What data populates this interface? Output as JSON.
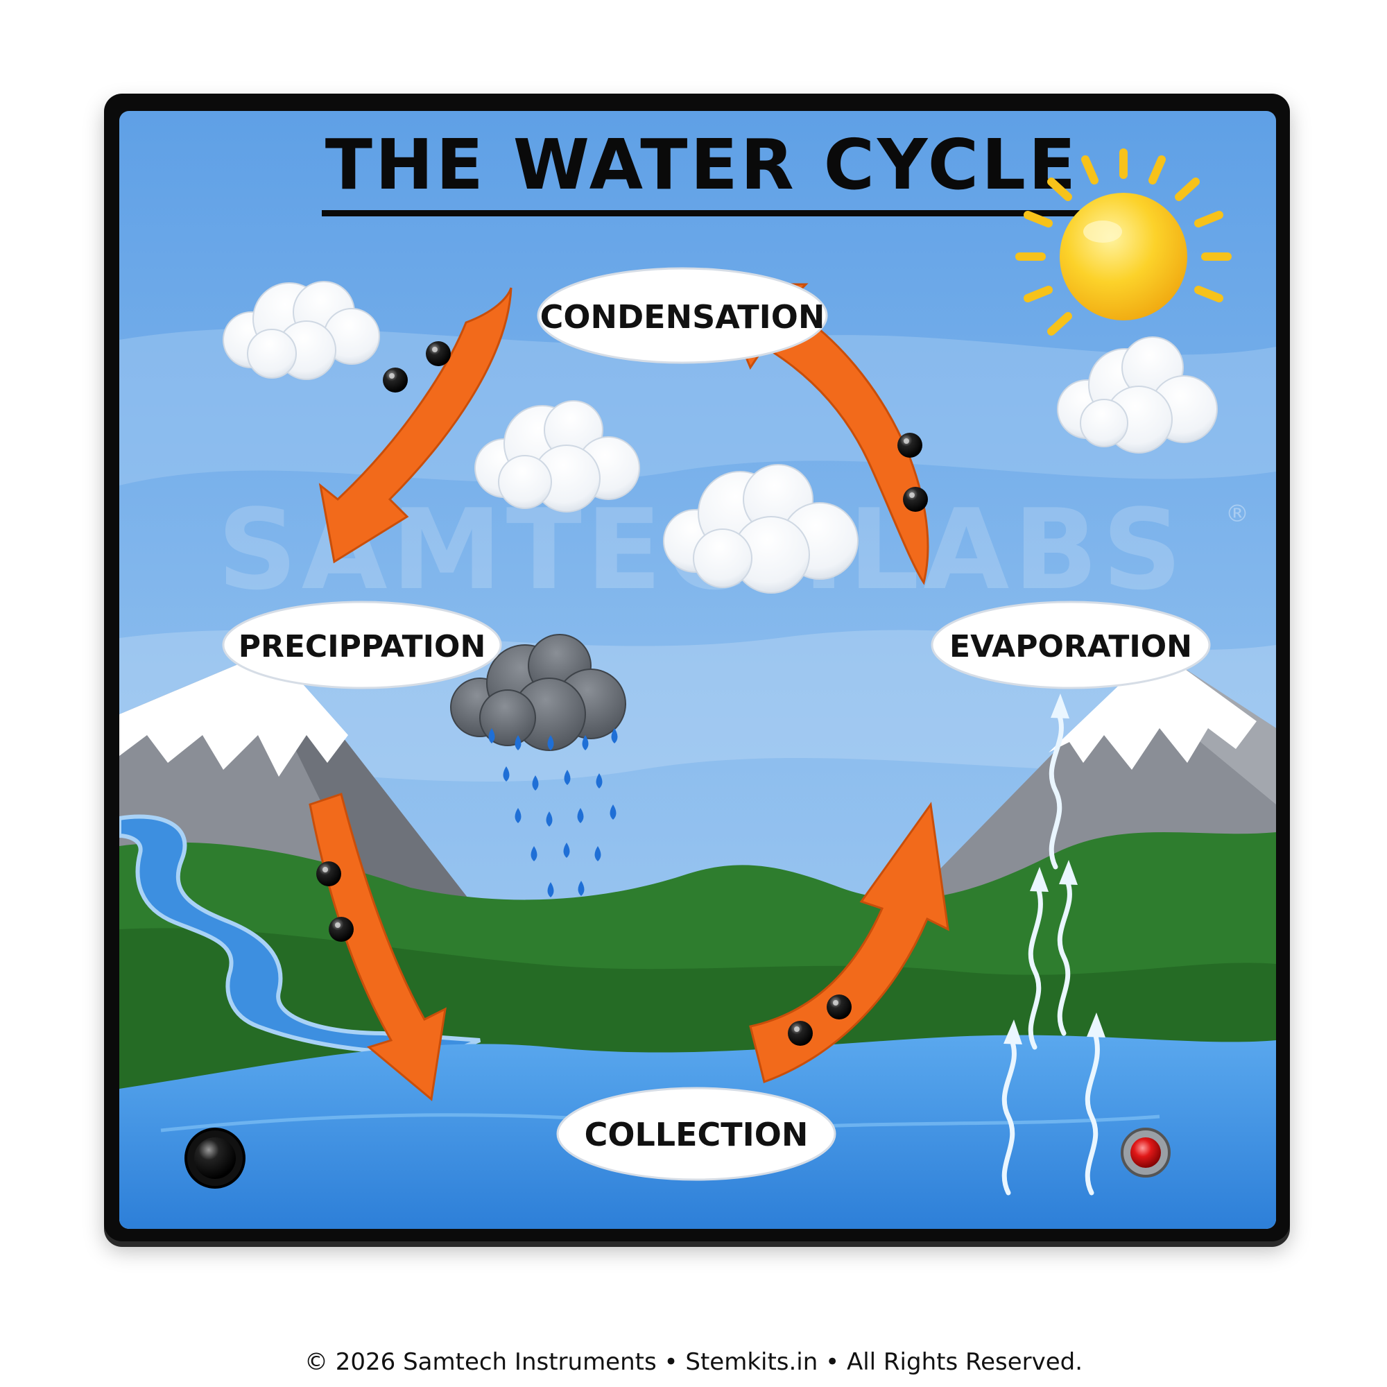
{
  "title": "THE WATER CYCLE",
  "labels": {
    "condensation": "CONDENSATION",
    "precipitation": "PRECIPPATION",
    "evaporation": "EVAPORATION",
    "collection": "COLLECTION"
  },
  "watermark": "SAMTECHLABS",
  "watermark_mark": "®",
  "footer": "© 2026 Samtech Instruments • Stemkits.in • All Rights Reserved.",
  "colors": {
    "frame": "#0b0b0b",
    "sky": "#7fb3ea",
    "arrow": "#f26a1b",
    "water": "#3d8fe0",
    "grass": "#2e7d2e",
    "mountain": "#8a8e96",
    "sun": "#f7c21a",
    "rain": "#1f6fd6"
  },
  "icons": [
    "sun-icon",
    "cloud-icon",
    "rain-cloud-icon",
    "raindrop-icon",
    "mountain-icon",
    "river-icon",
    "orange-arrow-icon",
    "steam-arrow-icon",
    "push-button-icon",
    "red-led-icon"
  ]
}
